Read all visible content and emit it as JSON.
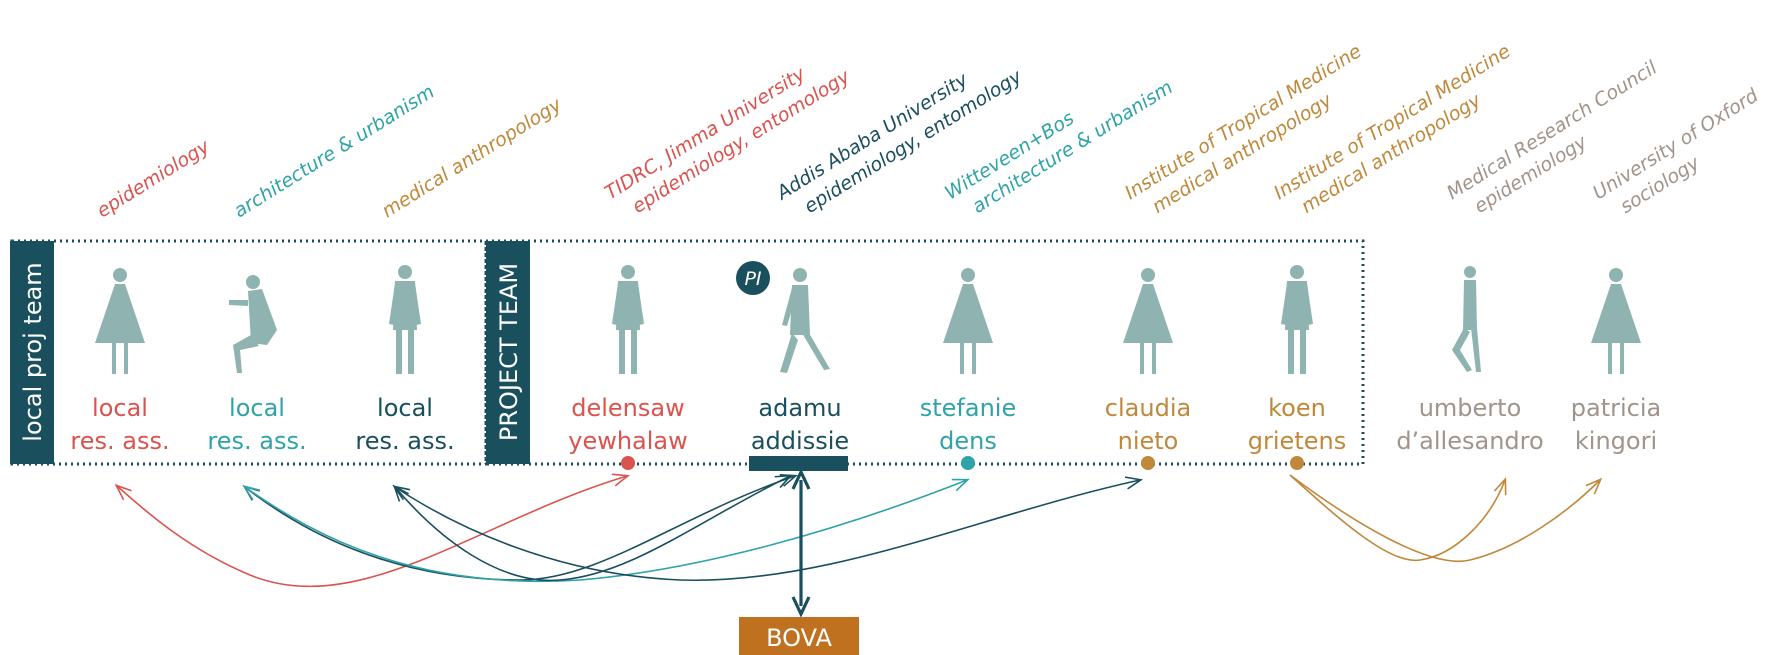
{
  "colors": {
    "red": "#d9534f",
    "teal": "#2fa3a8",
    "navy": "#1a4f5e",
    "gold": "#c0883a",
    "grey": "#a0948b",
    "silhouette": "#8fb3b0",
    "bova": "#c0711f"
  },
  "labels": {
    "local_team": "local proj team",
    "project_team": "PROJECT TEAM",
    "pi": "PI",
    "bova": "BOVA"
  },
  "people": [
    {
      "line1": "local",
      "line2": "res. ass.",
      "aff1": "epidemiology",
      "aff2": "",
      "color": "red",
      "pose": "dress"
    },
    {
      "line1": "local",
      "line2": "res. ass.",
      "aff1": "architecture & urbanism",
      "aff2": "",
      "color": "teal",
      "pose": "sitting"
    },
    {
      "line1": "local",
      "line2": "res. ass.",
      "aff1": "medical anthropology",
      "aff2": "",
      "color": "gold",
      "pose": "standing",
      "name_color": "navy"
    },
    {
      "line1": "delensaw",
      "line2": "yewhalaw",
      "aff1": "TIDRC, Jimma University",
      "aff2": "epidemiology, entomology",
      "color": "red",
      "pose": "standing"
    },
    {
      "line1": "adamu",
      "line2": "addissie",
      "aff1": "Addis Ababa University",
      "aff2": "epidemiology, entomology",
      "color": "navy",
      "pose": "walking"
    },
    {
      "line1": "stefanie",
      "line2": "dens",
      "aff1": "Witteveen+Bos",
      "aff2": "architecture & urbanism",
      "color": "teal",
      "pose": "dress"
    },
    {
      "line1": "claudia",
      "line2": "nieto",
      "aff1": "Institute of Tropical Medicine",
      "aff2": "medical anthropology",
      "color": "gold",
      "pose": "dress"
    },
    {
      "line1": "koen",
      "line2": "grietens",
      "aff1": "Institute of Tropical Medicine",
      "aff2": "medical anthropology",
      "color": "gold",
      "pose": "standing"
    },
    {
      "line1": "umberto",
      "line2": "d’allesandro",
      "aff1": "Medical Research Council",
      "aff2": "epidemiology",
      "color": "grey",
      "pose": "leaning"
    },
    {
      "line1": "patricia",
      "line2": "kingori",
      "aff1": "University of Oxford",
      "aff2": "sociology",
      "color": "grey",
      "pose": "dress"
    }
  ]
}
